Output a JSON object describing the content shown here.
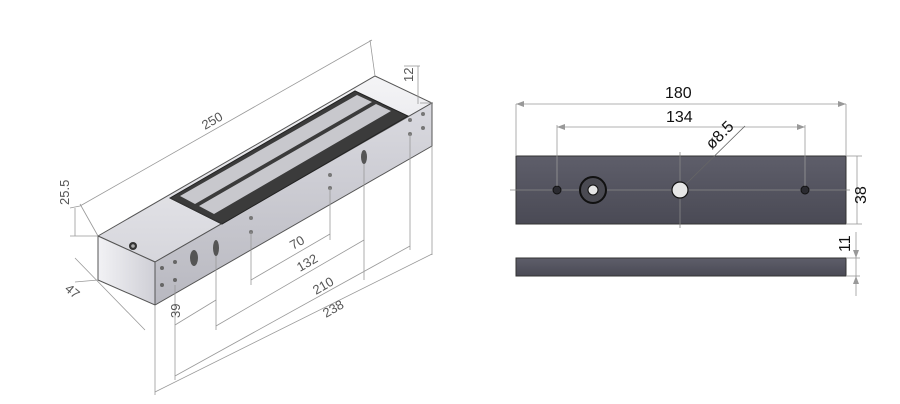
{
  "iso_view": {
    "length": "250",
    "top_plate_thickness": "12",
    "height": "25.5",
    "width": "47",
    "dim_39": "39",
    "dim_70": "70",
    "dim_132": "132",
    "dim_210": "210",
    "dim_238": "238"
  },
  "plate_view": {
    "length": "180",
    "hole_spacing": "134",
    "hole_diameter": "ø8.5",
    "width": "38",
    "thickness": "11"
  },
  "colors": {
    "plate_fill": "#54545f",
    "body_light": "#e8e8ec",
    "body_mid": "#c9c9cf",
    "body_dark": "#a9a9b0",
    "magnet_strip": "#3b3b3b"
  }
}
